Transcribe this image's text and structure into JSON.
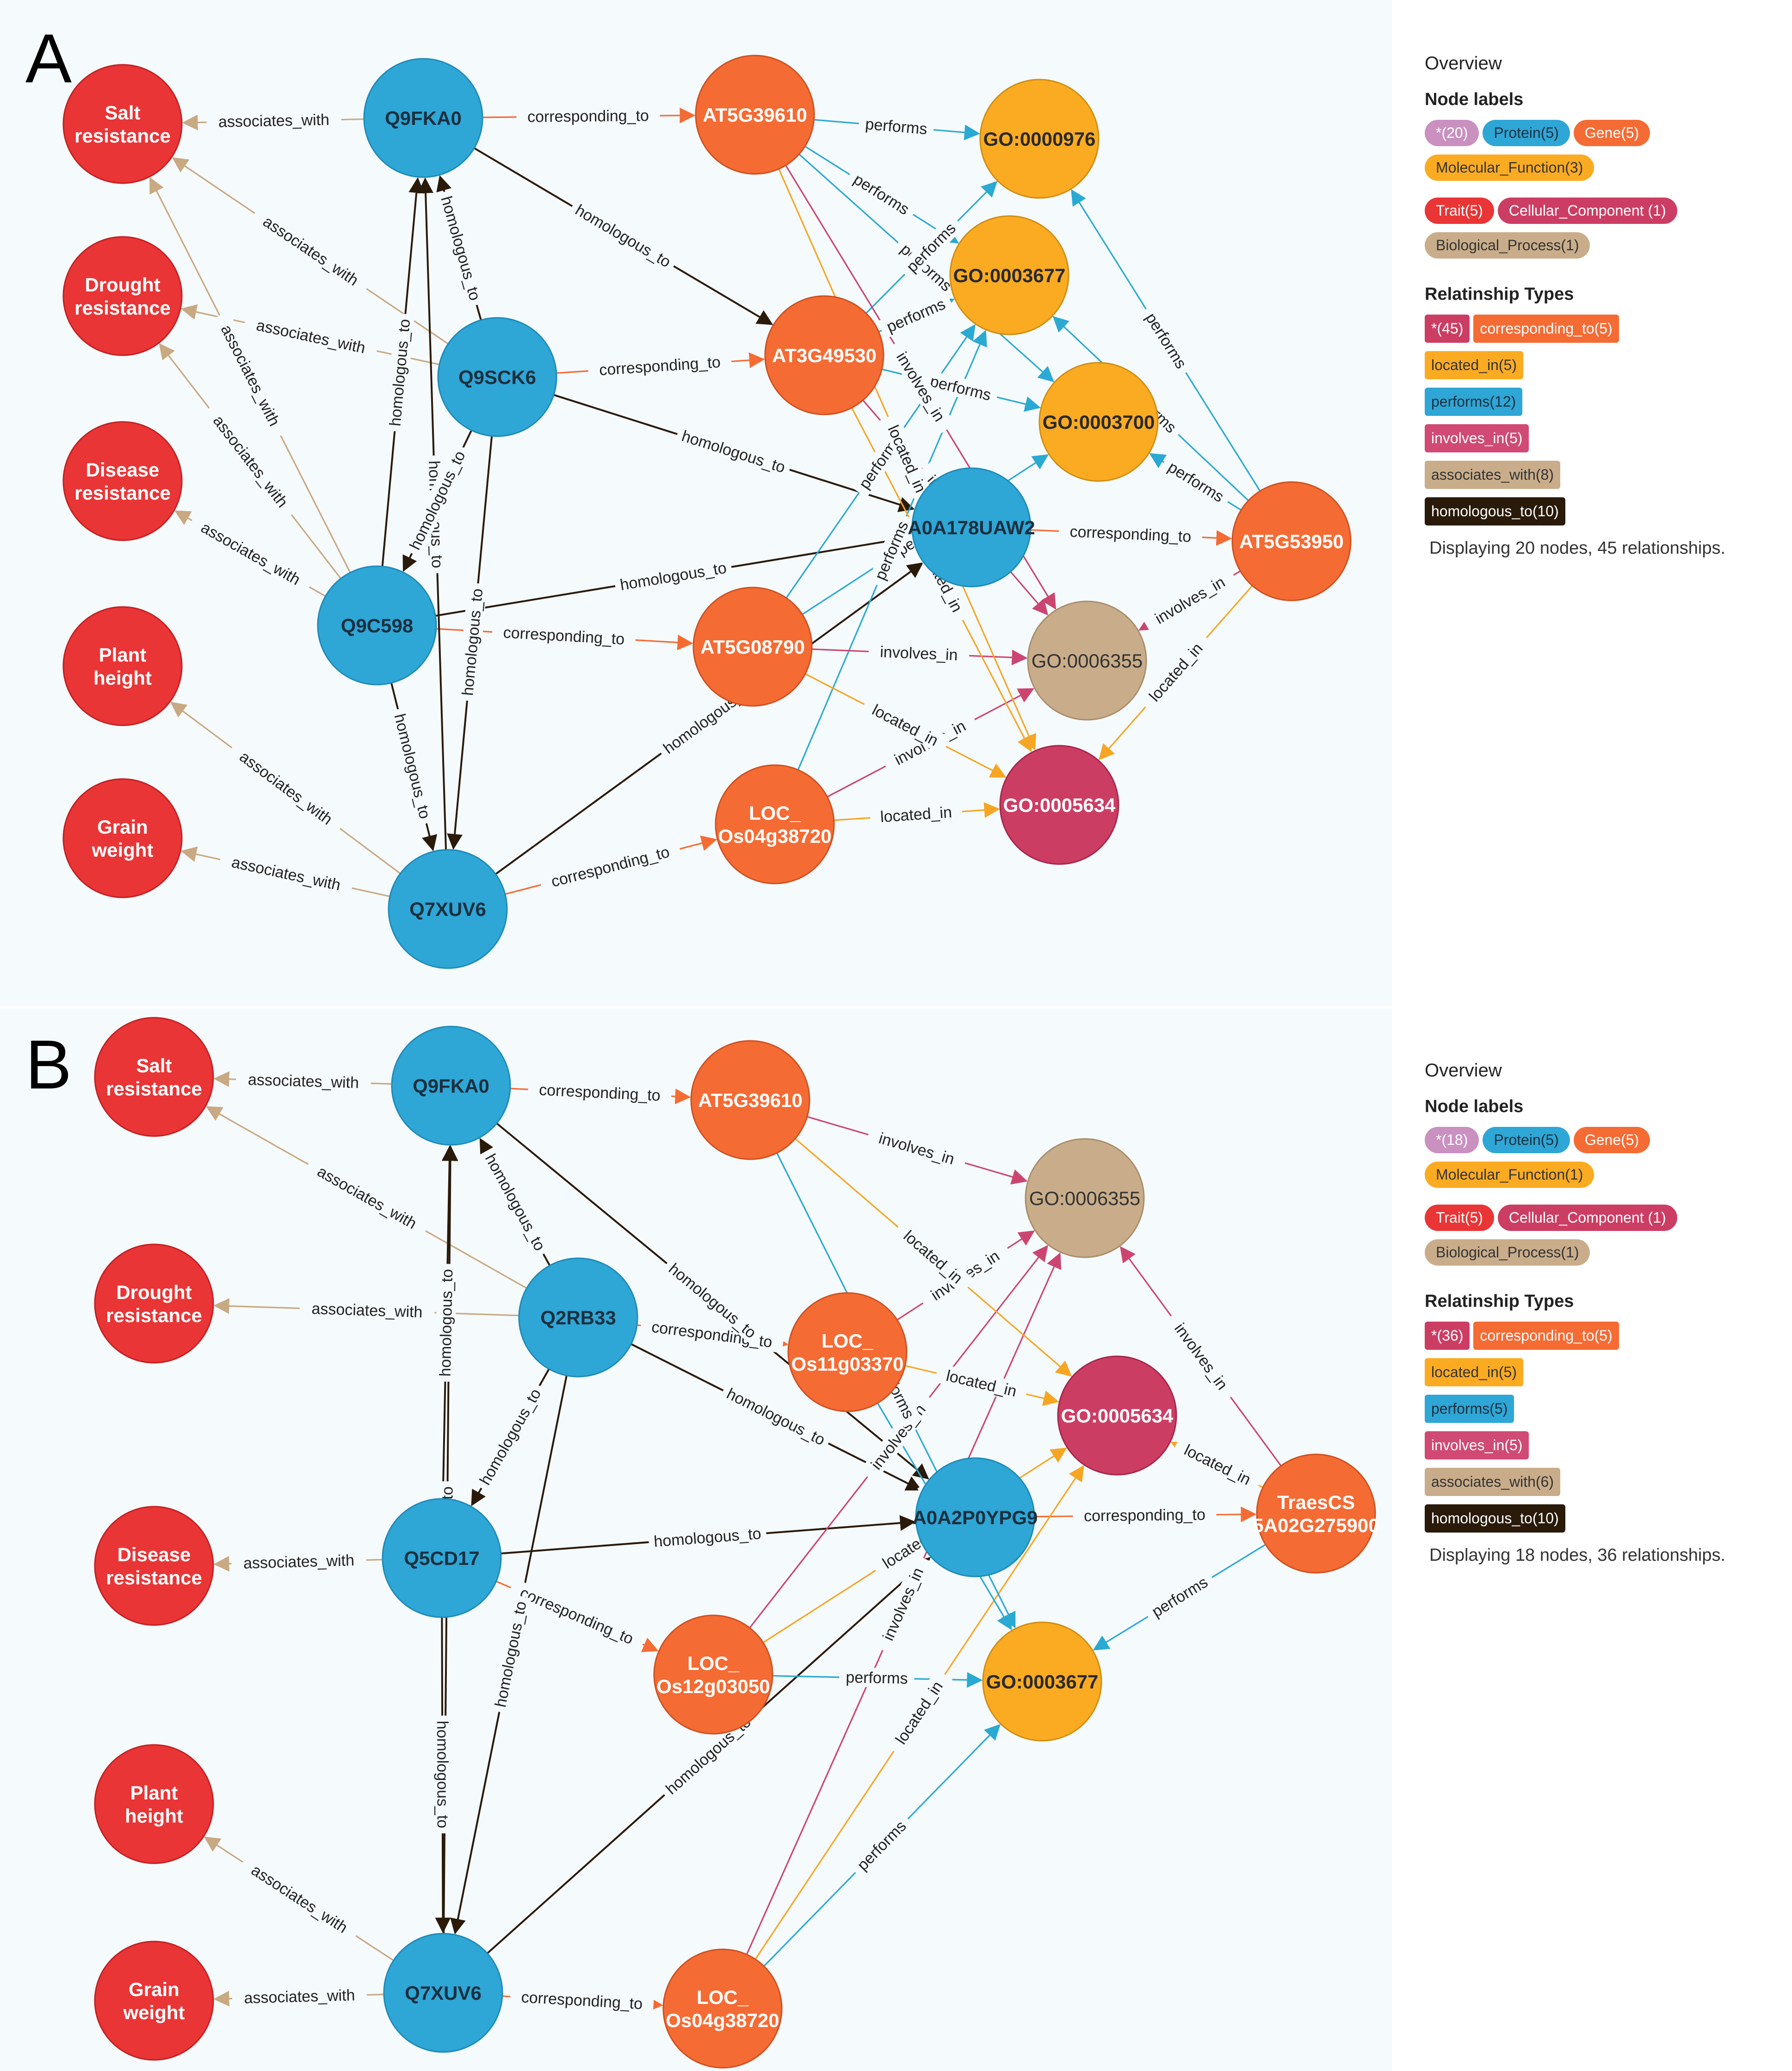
{
  "panels": [
    {
      "letter": "A",
      "nodes": [
        {
          "id": "salt",
          "label": "Salt\nresistance",
          "type": "Trait"
        },
        {
          "id": "drought",
          "label": "Drought\nresistance",
          "type": "Trait"
        },
        {
          "id": "disease",
          "label": "Disease\nresistance",
          "type": "Trait"
        },
        {
          "id": "plant",
          "label": "Plant\nheight",
          "type": "Trait"
        },
        {
          "id": "grain",
          "label": "Grain\nweight",
          "type": "Trait"
        },
        {
          "id": "q9fka0",
          "label": "Q9FKA0",
          "type": "Protein"
        },
        {
          "id": "q9sck6",
          "label": "Q9SCK6",
          "type": "Protein"
        },
        {
          "id": "q9c598",
          "label": "Q9C598",
          "type": "Protein"
        },
        {
          "id": "q7xuv6",
          "label": "Q7XUV6",
          "type": "Protein"
        },
        {
          "id": "a0a178",
          "label": "A0A178UAW2",
          "type": "Protein"
        },
        {
          "id": "at5g39610",
          "label": "AT5G39610",
          "type": "Gene"
        },
        {
          "id": "at3g49530",
          "label": "AT3G49530",
          "type": "Gene"
        },
        {
          "id": "at5g08790",
          "label": "AT5G08790",
          "type": "Gene"
        },
        {
          "id": "loc38720",
          "label": "LOC_\nOs04g38720",
          "type": "Gene"
        },
        {
          "id": "at5g53950",
          "label": "AT5G53950",
          "type": "Gene"
        },
        {
          "id": "go976",
          "label": "GO:0000976",
          "type": "Molecular_Function"
        },
        {
          "id": "go3677",
          "label": "GO:0003677",
          "type": "Molecular_Function"
        },
        {
          "id": "go3700",
          "label": "GO:0003700",
          "type": "Molecular_Function"
        },
        {
          "id": "go6355",
          "label": "GO:0006355",
          "type": "Biological_Process"
        },
        {
          "id": "go5634",
          "label": "GO:0005634",
          "type": "Cellular_Component"
        }
      ],
      "edges": [
        [
          "q9fka0",
          "salt",
          "associates_with"
        ],
        [
          "q9sck6",
          "salt",
          "associates_with"
        ],
        [
          "q9c598",
          "salt",
          "associates_with"
        ],
        [
          "q9sck6",
          "drought",
          "associates_with"
        ],
        [
          "q9c598",
          "drought",
          "associates_with"
        ],
        [
          "q9c598",
          "disease",
          "associates_with"
        ],
        [
          "q7xuv6",
          "plant",
          "associates_with"
        ],
        [
          "q7xuv6",
          "grain",
          "associates_with"
        ],
        [
          "q9fka0",
          "at5g39610",
          "corresponding_to"
        ],
        [
          "q9sck6",
          "at3g49530",
          "corresponding_to"
        ],
        [
          "q9c598",
          "at5g08790",
          "corresponding_to"
        ],
        [
          "q7xuv6",
          "loc38720",
          "corresponding_to"
        ],
        [
          "a0a178",
          "at5g53950",
          "corresponding_to"
        ],
        [
          "q9fka0",
          "at3g49530",
          "homologous_to"
        ],
        [
          "q9sck6",
          "q9fka0",
          "homologous_to"
        ],
        [
          "q9c598",
          "q9fka0",
          "homologous_to"
        ],
        [
          "q7xuv6",
          "q9fka0",
          "homologous_to"
        ],
        [
          "q9sck6",
          "q9c598",
          "homologous_to"
        ],
        [
          "q9sck6",
          "q7xuv6",
          "homologous_to"
        ],
        [
          "q9sck6",
          "a0a178",
          "homologous_to"
        ],
        [
          "q9c598",
          "a0a178",
          "homologous_to"
        ],
        [
          "q9c598",
          "q7xuv6",
          "homologous_to"
        ],
        [
          "q7xuv6",
          "a0a178",
          "homologous_to"
        ],
        [
          "at5g39610",
          "go976",
          "performs"
        ],
        [
          "at5g39610",
          "go3677",
          "performs"
        ],
        [
          "at5g39610",
          "go3700",
          "performs"
        ],
        [
          "at3g49530",
          "go976",
          "performs"
        ],
        [
          "at3g49530",
          "go3677",
          "performs"
        ],
        [
          "at3g49530",
          "go3700",
          "performs"
        ],
        [
          "at5g08790",
          "go3677",
          "performs"
        ],
        [
          "at5g08790",
          "go3700",
          "performs"
        ],
        [
          "loc38720",
          "go3677",
          "performs"
        ],
        [
          "at5g53950",
          "go976",
          "performs"
        ],
        [
          "at5g53950",
          "go3677",
          "performs"
        ],
        [
          "at5g53950",
          "go3700",
          "performs"
        ],
        [
          "at5g39610",
          "go6355",
          "involves_in"
        ],
        [
          "at3g49530",
          "go6355",
          "involves_in"
        ],
        [
          "at5g08790",
          "go6355",
          "involves_in"
        ],
        [
          "loc38720",
          "go6355",
          "involves_in"
        ],
        [
          "at5g53950",
          "go6355",
          "involves_in"
        ],
        [
          "at5g39610",
          "go5634",
          "located_in"
        ],
        [
          "at3g49530",
          "go5634",
          "located_in"
        ],
        [
          "at5g08790",
          "go5634",
          "located_in"
        ],
        [
          "loc38720",
          "go5634",
          "located_in"
        ],
        [
          "at5g53950",
          "go5634",
          "located_in"
        ]
      ],
      "overview": {
        "title": "Overview",
        "node_labels_title": "Node labels",
        "node_labels": [
          {
            "text": "*(20)",
            "type": "All"
          },
          {
            "text": "Protein(5)",
            "type": "Protein"
          },
          {
            "text": "Gene(5)",
            "type": "Gene"
          },
          {
            "text": "Molecular_Function(3)",
            "type": "Molecular_Function"
          },
          {
            "text": "Trait(5)",
            "type": "Trait"
          },
          {
            "text": "Cellular_Component (1)",
            "type": "Cellular_Component"
          },
          {
            "text": "Biological_Process(1)",
            "type": "Biological_Process"
          }
        ],
        "rel_types_title": "Relatinship Types",
        "rel_types": [
          [
            {
              "text": "*(45)",
              "type": "all"
            },
            {
              "text": "corresponding_to(5)",
              "type": "corresponding_to"
            }
          ],
          [
            {
              "text": "located_in(5)",
              "type": "located_in"
            }
          ],
          [
            {
              "text": "performs(12)",
              "type": "performs"
            }
          ],
          [
            {
              "text": "involves_in(5)",
              "type": "involves_in"
            }
          ],
          [
            {
              "text": "associates_with(8)",
              "type": "associates_with"
            }
          ],
          [
            {
              "text": "homologous_to(10)",
              "type": "homologous_to"
            }
          ]
        ],
        "summary": "Displaying 20 nodes, 45 relationships."
      }
    },
    {
      "letter": "B",
      "nodes": [
        {
          "id": "salt",
          "label": "Salt\nresistance",
          "type": "Trait"
        },
        {
          "id": "drought",
          "label": "Drought\nresistance",
          "type": "Trait"
        },
        {
          "id": "disease",
          "label": "Disease\nresistance",
          "type": "Trait"
        },
        {
          "id": "plant",
          "label": "Plant\nheight",
          "type": "Trait"
        },
        {
          "id": "grain",
          "label": "Grain\nweight",
          "type": "Trait"
        },
        {
          "id": "q9fka0",
          "label": "Q9FKA0",
          "type": "Protein"
        },
        {
          "id": "q2rb33",
          "label": "Q2RB33",
          "type": "Protein"
        },
        {
          "id": "q5cd17",
          "label": "Q5CD17",
          "type": "Protein"
        },
        {
          "id": "q7xuv6",
          "label": "Q7XUV6",
          "type": "Protein"
        },
        {
          "id": "a0a2p0",
          "label": "A0A2P0YPG9",
          "type": "Protein"
        },
        {
          "id": "at5g39610",
          "label": "AT5G39610",
          "type": "Gene"
        },
        {
          "id": "loc03370",
          "label": "LOC_\nOs11g03370",
          "type": "Gene"
        },
        {
          "id": "loc03050",
          "label": "LOC_\nOs12g03050",
          "type": "Gene"
        },
        {
          "id": "loc38720",
          "label": "LOC_\nOs04g38720",
          "type": "Gene"
        },
        {
          "id": "traescs",
          "label": "TraesCS\n5A02G275900",
          "type": "Gene"
        },
        {
          "id": "go6355",
          "label": "GO:0006355",
          "type": "Biological_Process"
        },
        {
          "id": "go5634",
          "label": "GO:0005634",
          "type": "Cellular_Component"
        },
        {
          "id": "go3677",
          "label": "GO:0003677",
          "type": "Molecular_Function"
        }
      ],
      "edges": [
        [
          "q9fka0",
          "salt",
          "associates_with"
        ],
        [
          "q2rb33",
          "salt",
          "associates_with"
        ],
        [
          "q2rb33",
          "drought",
          "associates_with"
        ],
        [
          "q5cd17",
          "disease",
          "associates_with"
        ],
        [
          "q7xuv6",
          "plant",
          "associates_with"
        ],
        [
          "q7xuv6",
          "grain",
          "associates_with"
        ],
        [
          "q9fka0",
          "at5g39610",
          "corresponding_to"
        ],
        [
          "q2rb33",
          "loc03370",
          "corresponding_to"
        ],
        [
          "q5cd17",
          "loc03050",
          "corresponding_to"
        ],
        [
          "q7xuv6",
          "loc38720",
          "corresponding_to"
        ],
        [
          "a0a2p0",
          "traescs",
          "corresponding_to"
        ],
        [
          "q9fka0",
          "a0a2p0",
          "homologous_to"
        ],
        [
          "q2rb33",
          "q9fka0",
          "homologous_to"
        ],
        [
          "q5cd17",
          "q9fka0",
          "homologous_to"
        ],
        [
          "q7xuv6",
          "q9fka0",
          "homologous_to"
        ],
        [
          "q2rb33",
          "q5cd17",
          "homologous_to"
        ],
        [
          "q2rb33",
          "q7xuv6",
          "homologous_to"
        ],
        [
          "q2rb33",
          "a0a2p0",
          "homologous_to"
        ],
        [
          "q5cd17",
          "a0a2p0",
          "homologous_to"
        ],
        [
          "q5cd17",
          "q7xuv6",
          "homologous_to"
        ],
        [
          "q7xuv6",
          "a0a2p0",
          "homologous_to"
        ],
        [
          "at5g39610",
          "go6355",
          "involves_in"
        ],
        [
          "loc03370",
          "go6355",
          "involves_in"
        ],
        [
          "loc03050",
          "go6355",
          "involves_in"
        ],
        [
          "loc38720",
          "go6355",
          "involves_in"
        ],
        [
          "traescs",
          "go6355",
          "involves_in"
        ],
        [
          "at5g39610",
          "go5634",
          "located_in"
        ],
        [
          "loc03370",
          "go5634",
          "located_in"
        ],
        [
          "loc03050",
          "go5634",
          "located_in"
        ],
        [
          "loc38720",
          "go5634",
          "located_in"
        ],
        [
          "traescs",
          "go5634",
          "located_in"
        ],
        [
          "at5g39610",
          "go3677",
          "performs"
        ],
        [
          "loc03370",
          "go3677",
          "performs"
        ],
        [
          "loc03050",
          "go3677",
          "performs"
        ],
        [
          "loc38720",
          "go3677",
          "performs"
        ],
        [
          "traescs",
          "go3677",
          "performs"
        ]
      ],
      "overview": {
        "title": "Overview",
        "node_labels_title": "Node labels",
        "node_labels": [
          {
            "text": "*(18)",
            "type": "All"
          },
          {
            "text": "Protein(5)",
            "type": "Protein"
          },
          {
            "text": "Gene(5)",
            "type": "Gene"
          },
          {
            "text": "Molecular_Function(1)",
            "type": "Molecular_Function"
          },
          {
            "text": "Trait(5)",
            "type": "Trait"
          },
          {
            "text": "Cellular_Component (1)",
            "type": "Cellular_Component"
          },
          {
            "text": "Biological_Process(1)",
            "type": "Biological_Process"
          }
        ],
        "rel_types_title": "Relatinship Types",
        "rel_types": [
          [
            {
              "text": "*(36)",
              "type": "all"
            },
            {
              "text": "corresponding_to(5)",
              "type": "corresponding_to"
            }
          ],
          [
            {
              "text": "located_in(5)",
              "type": "located_in"
            }
          ],
          [
            {
              "text": "performs(5)",
              "type": "performs"
            }
          ],
          [
            {
              "text": "involves_in(5)",
              "type": "involves_in"
            }
          ],
          [
            {
              "text": "associates_with(6)",
              "type": "associates_with"
            }
          ],
          [
            {
              "text": "homologous_to(10)",
              "type": "homologous_to"
            }
          ]
        ],
        "summary": "Displaying 18 nodes, 36 relationships."
      }
    }
  ],
  "colors": {
    "node_fill": {
      "All": "#c990c0",
      "Protein": "#2ea6d6",
      "Gene": "#f56b34",
      "Molecular_Function": "#fbab22",
      "Trait": "#e93536",
      "Cellular_Component": "#cc3d64",
      "Biological_Process": "#c9ad8a"
    },
    "node_stroke": {
      "All": "#a56f9c",
      "Protein": "#1d8bb8",
      "Gene": "#cf5020",
      "Molecular_Function": "#d18d10",
      "Trait": "#c42022",
      "Cellular_Component": "#a52649",
      "Biological_Process": "#a98d6a"
    },
    "node_text": {
      "Protein": "#1c2f3e",
      "Gene": "#ffffff",
      "Molecular_Function": "#2a2a2a",
      "Trait": "#ffffff",
      "Cellular_Component": "#ffffff",
      "Biological_Process": "#333333"
    },
    "pill_text": {
      "All": "#ffffff",
      "Protein": "#1c2f3e",
      "Gene": "#ffffff",
      "Molecular_Function": "#333333",
      "Trait": "#ffffff",
      "Cellular_Component": "#ffffff",
      "Biological_Process": "#333333"
    },
    "edge": {
      "associates_with": "#c8a982",
      "corresponding_to": "#f56b34",
      "homologous_to": "#2a1a0a",
      "performs": "#2aa9d2",
      "involves_in": "#cc4571",
      "located_in": "#f6a623"
    },
    "rel_fill": {
      "all": "#cc3d64",
      "corresponding_to": "#f56b34",
      "located_in": "#fbab22",
      "performs": "#2ea6d6",
      "involves_in": "#d04a75",
      "associates_with": "#c9ad8a",
      "homologous_to": "#2a1a0a"
    },
    "rel_text": {
      "all": "#ffffff",
      "corresponding_to": "#ffffff",
      "located_in": "#333333",
      "performs": "#1c2f3e",
      "involves_in": "#ffffff",
      "associates_with": "#333333",
      "homologous_to": "#ffffff"
    }
  }
}
